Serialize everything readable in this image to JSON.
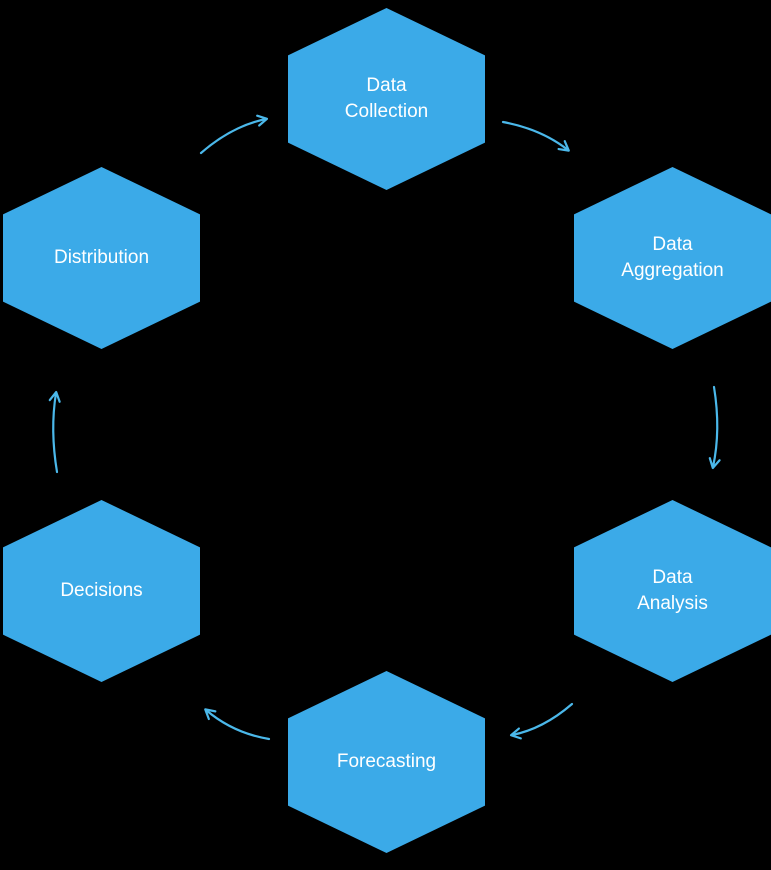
{
  "diagram": {
    "colors": {
      "background": "#000000",
      "hexagon": "#3BAAE8",
      "arrow": "#4BB8EA",
      "label_text": "#FFFFFF"
    },
    "nodes": [
      {
        "id": "data-collection",
        "label": "Data\nCollection"
      },
      {
        "id": "data-aggregation",
        "label": "Data\nAggregation"
      },
      {
        "id": "data-analysis",
        "label": "Data\nAnalysis"
      },
      {
        "id": "forecasting",
        "label": "Forecasting"
      },
      {
        "id": "decisions",
        "label": "Decisions"
      },
      {
        "id": "distribution",
        "label": "Distribution"
      }
    ],
    "arrows": [
      {
        "from": "distribution",
        "to": "data-collection"
      },
      {
        "from": "data-collection",
        "to": "data-aggregation"
      },
      {
        "from": "data-aggregation",
        "to": "data-analysis"
      },
      {
        "from": "data-analysis",
        "to": "forecasting"
      },
      {
        "from": "forecasting",
        "to": "decisions"
      },
      {
        "from": "decisions",
        "to": "distribution"
      }
    ]
  }
}
